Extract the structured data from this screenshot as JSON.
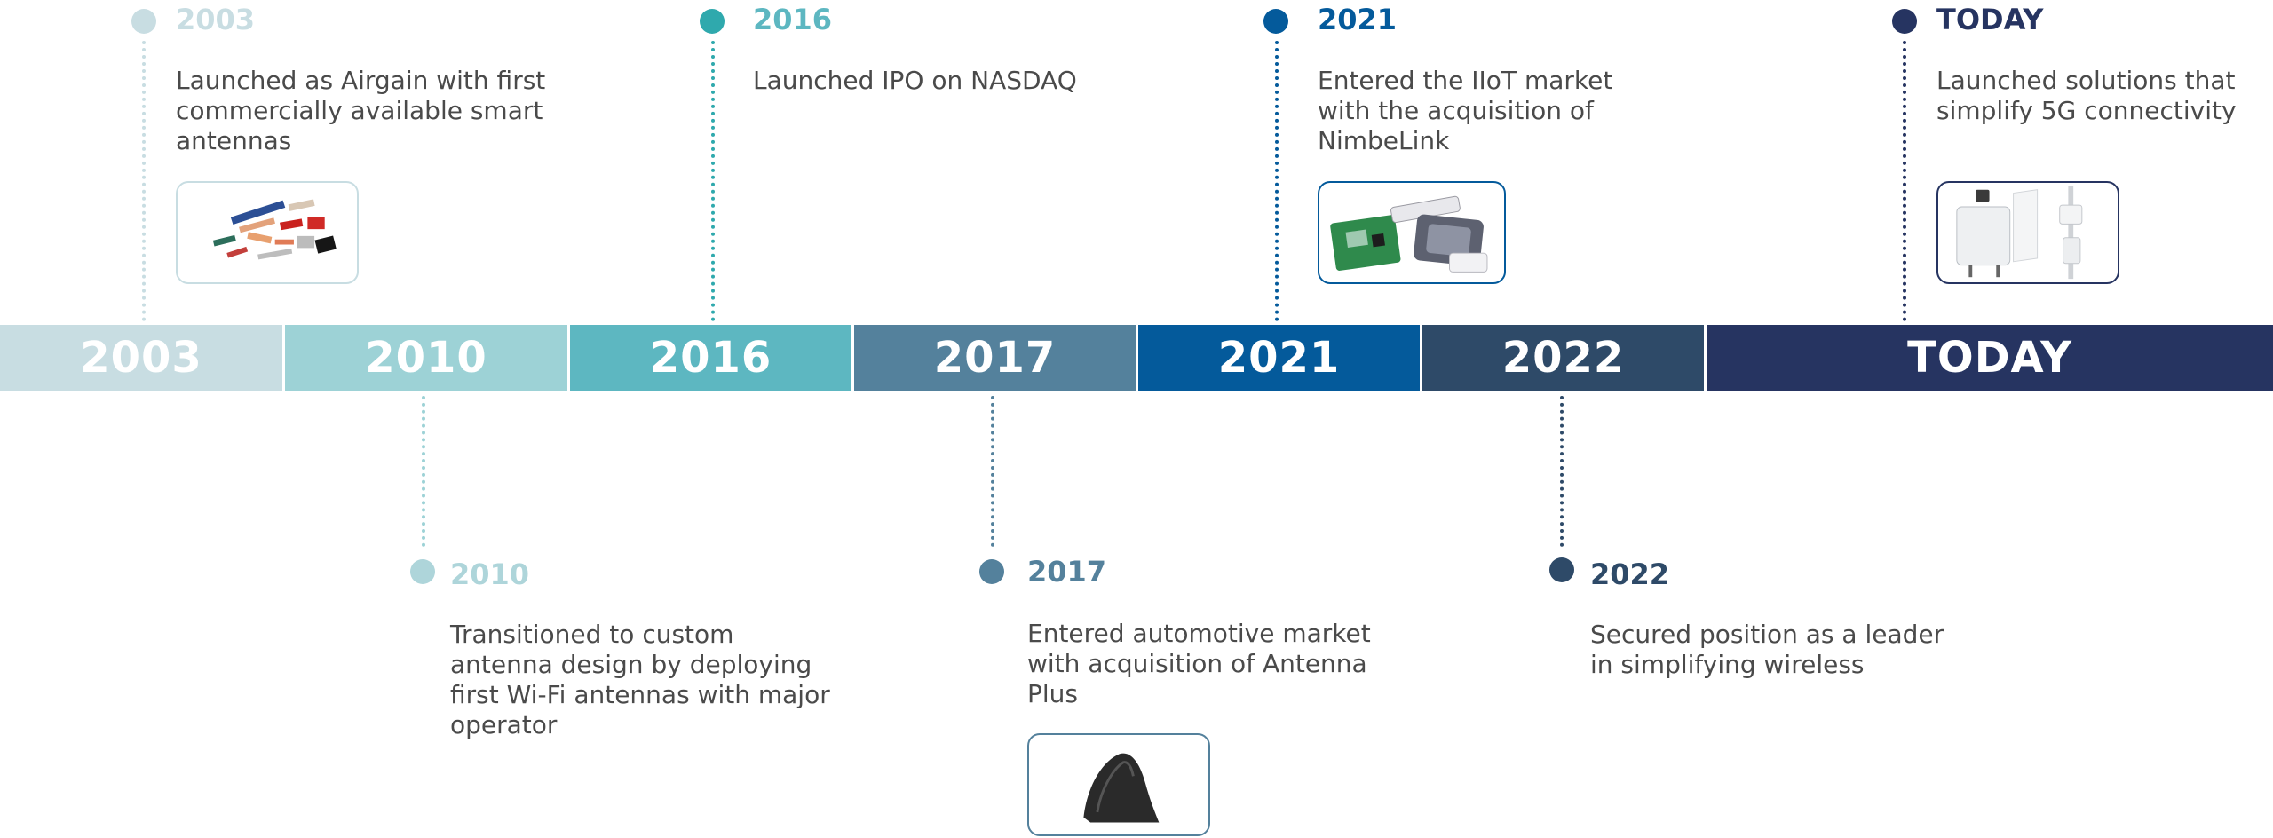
{
  "colors": {
    "c2003": "#c8dde2",
    "c2010": "#9dd2d6",
    "c2016": "#5db7c1",
    "c2017": "#54819c",
    "c2021": "#045a9b",
    "c2022": "#2e4a68",
    "ctoday": "#263461"
  },
  "timeline": {
    "segments": [
      "2003",
      "2010",
      "2016",
      "2017",
      "2021",
      "2022",
      "TODAY"
    ]
  },
  "events": {
    "e2003": {
      "year": "2003",
      "text": "Launched as Airgain with first commercially available smart antennas",
      "image": "antenna-components-image"
    },
    "e2010": {
      "year": "2010",
      "text": "Transitioned to custom antenna design by deploying first Wi-Fi antennas with major operator"
    },
    "e2016": {
      "year": "2016",
      "text": "Launched IPO on NASDAQ"
    },
    "e2017": {
      "year": "2017",
      "text": "Entered automotive market with acquisition of Antenna Plus",
      "image": "shark-fin-antenna-image"
    },
    "e2021": {
      "year": "2021",
      "text": "Entered the IIoT market with the acquisition of NimbeLink",
      "image": "iiot-modules-image"
    },
    "e2022": {
      "year": "2022",
      "text": "Secured position as a leader in simplifying wireless"
    },
    "etoday": {
      "year": "TODAY",
      "text": "Launched solutions that simplify 5G connectivity",
      "image": "5g-repeater-image"
    }
  }
}
